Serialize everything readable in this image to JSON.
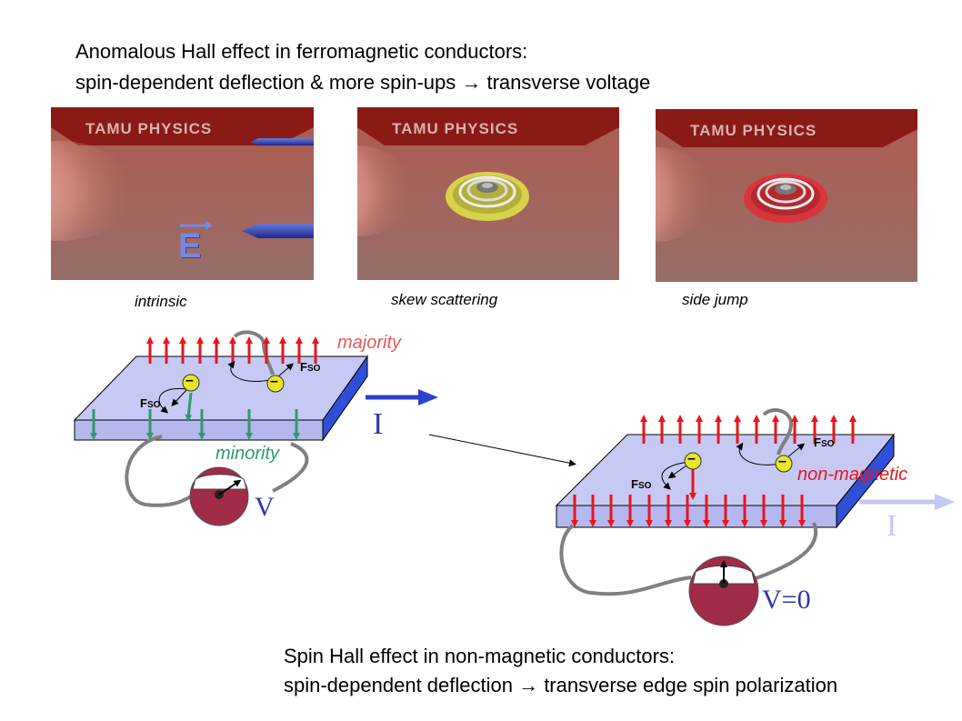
{
  "top_text": {
    "line1": "Anomalous Hall effect in ferromagnetic conductors:",
    "line2": "spin-dependent deflection & more spin-ups → transverse voltage"
  },
  "panels": [
    {
      "banner": "TAMU PHYSICS",
      "caption": "intrinsic",
      "field_label": "E",
      "ring_color": ""
    },
    {
      "banner": "TAMU PHYSICS",
      "caption": "skew scattering",
      "field_label": "",
      "ring_color": "#d8d24a"
    },
    {
      "banner": "TAMU PHYSICS",
      "caption": "side jump",
      "field_label": "",
      "ring_color": "#d8363c"
    }
  ],
  "left_diagram": {
    "majority_label": "majority",
    "minority_label": "minority",
    "force_label": "F",
    "force_sub": "SO",
    "current_label": "I",
    "voltage_label": "V",
    "electron_sign": "–"
  },
  "right_diagram": {
    "nonmagnetic_label": "non-magnetic",
    "force_label": "F",
    "force_sub": "SO",
    "current_label": "I",
    "voltage_label": "V=0",
    "electron_sign": "–"
  },
  "bottom_text": {
    "line1": "Spin Hall effect in non-magnetic conductors:",
    "line2": "spin-dependent deflection → transverse edge spin polarization"
  },
  "colors": {
    "spin_up": "#e8151b",
    "spin_down_minority": "#2e9a6c",
    "slab_top": "#c7c9f5",
    "slab_edge": "#2f4fd8",
    "meter": "#a02c48",
    "electron": "#e9e62a",
    "current_arrow": "#2f40d0",
    "current_arrow_faded": "#c4c8f2",
    "majority_text": "#e8585e",
    "minority_text": "#2e9a6c",
    "nonmagnetic_text": "#e8151b",
    "voltage_text": "#2e36a8"
  }
}
